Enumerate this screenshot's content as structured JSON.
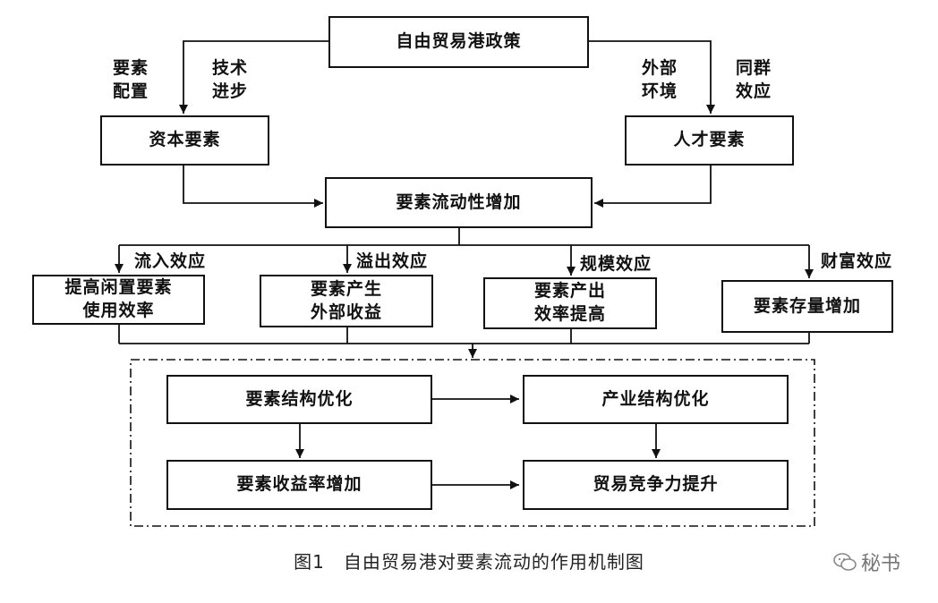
{
  "nodes": {
    "policy": "自由贸易港政策",
    "capital": "资本要素",
    "talent": "人才要素",
    "mobility": "要素流动性增加",
    "idle": "提高闲置要素\n使用效率",
    "external": "要素产生\n外部收益",
    "output": "要素产出\n效率提高",
    "stock": "要素存量增加",
    "structure": "要素结构优化",
    "industry": "产业结构优化",
    "return": "要素收益率增加",
    "trade": "贸易竞争力提升"
  },
  "labels": {
    "allocation": "要素\n配置",
    "tech": "技术\n进步",
    "external_env": "外部\n环境",
    "cluster": "同群\n效应",
    "inflow": "流入效应",
    "spillover": "溢出效应",
    "scale": "规模效应",
    "wealth": "财富效应"
  },
  "caption": "图1　自由贸易港对要素流动的作用机制图",
  "watermark": {
    "icon": "wechat-icon",
    "text": "秘书"
  }
}
